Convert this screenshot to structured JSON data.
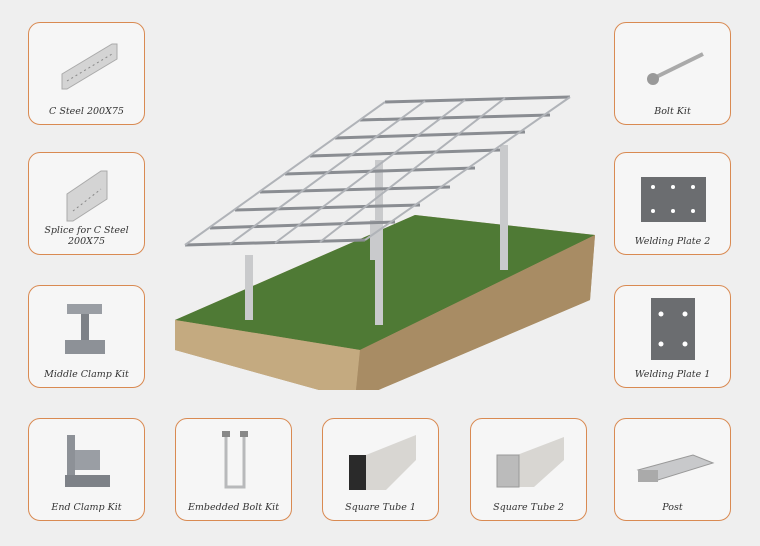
{
  "components": {
    "c_steel": "C Steel 200X75",
    "splice": "Splice for C Steel 200X75",
    "middle_clamp": "Middle Clamp Kit",
    "end_clamp": "End Clamp Kit",
    "embedded_bolt": "Embedded Bolt Kit",
    "square_tube_1": "Square Tube 1",
    "square_tube_2": "Square Tube 2",
    "post": "Post",
    "bolt_kit": "Bolt Kit",
    "welding_plate_2": "Welding Plate 2",
    "welding_plate_1": "Welding Plate 1"
  },
  "colors": {
    "border": "#d98a52",
    "grass": "#4f7a35",
    "soil": "#b59a72",
    "steel": "#c8c9cb"
  }
}
